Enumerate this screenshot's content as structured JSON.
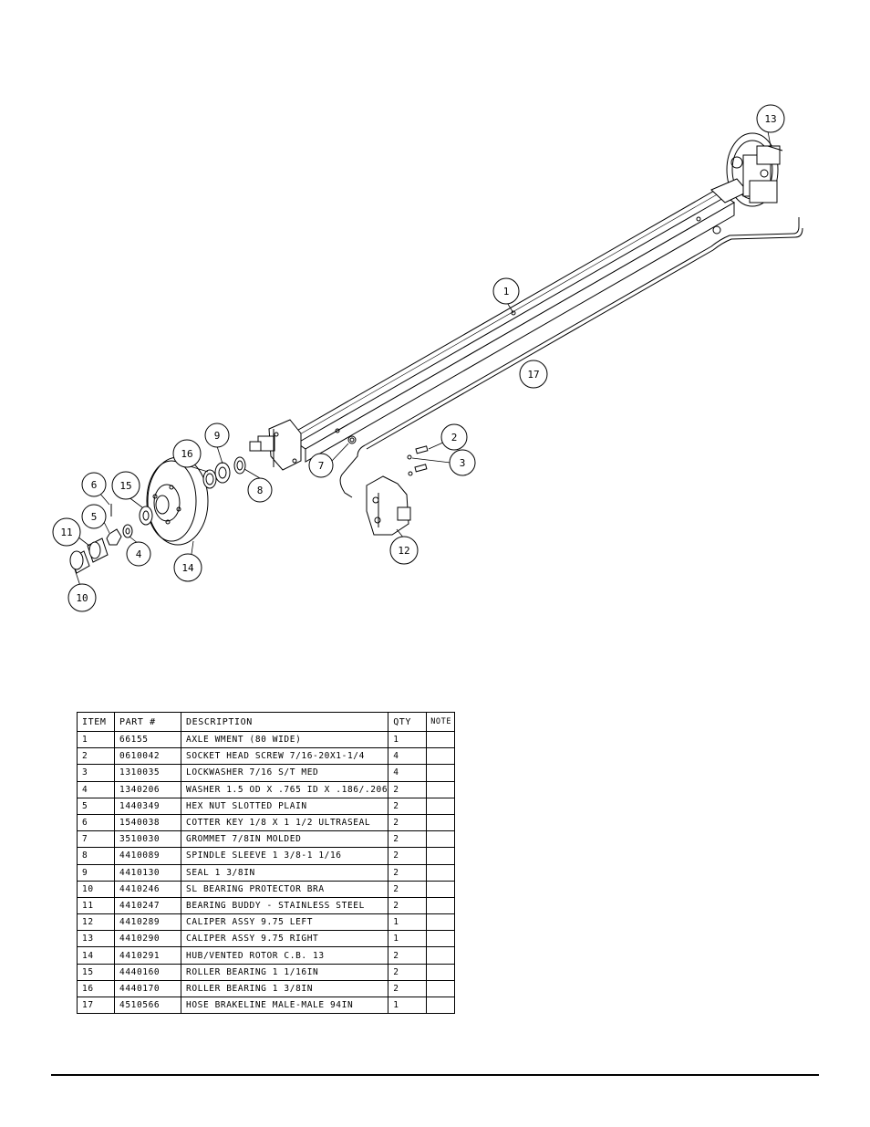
{
  "callouts": [
    "1",
    "2",
    "3",
    "4",
    "5",
    "6",
    "7",
    "8",
    "9",
    "10",
    "11",
    "12",
    "13",
    "14",
    "15",
    "16",
    "17"
  ],
  "table": {
    "headers": [
      "ITEM",
      "PART #",
      "DESCRIPTION",
      "QTY",
      "NOTE"
    ],
    "rows": [
      [
        "1",
        "66155",
        "AXLE WMENT (80 WIDE)",
        "1",
        ""
      ],
      [
        "2",
        "0610042",
        "SOCKET HEAD SCREW 7/16-20X1-1/4",
        "4",
        ""
      ],
      [
        "3",
        "1310035",
        "LOCKWASHER 7/16 S/T MED",
        "4",
        ""
      ],
      [
        "4",
        "1340206",
        "WASHER 1.5 OD X .765 ID X .186/.206",
        "2",
        ""
      ],
      [
        "5",
        "1440349",
        "HEX NUT SLOTTED PLAIN",
        "2",
        ""
      ],
      [
        "6",
        "1540038",
        "COTTER KEY 1/8 X 1 1/2 ULTRASEAL",
        "2",
        ""
      ],
      [
        "7",
        "3510030",
        "GROMMET  7/8IN MOLDED",
        "2",
        ""
      ],
      [
        "8",
        "4410089",
        "SPINDLE SLEEVE  1 3/8-1 1/16",
        "2",
        ""
      ],
      [
        "9",
        "4410130",
        "SEAL  1 3/8IN",
        "2",
        ""
      ],
      [
        "10",
        "4410246",
        "SL BEARING PROTECTOR BRA",
        "2",
        ""
      ],
      [
        "11",
        "4410247",
        "BEARING BUDDY - STAINLESS STEEL",
        "2",
        ""
      ],
      [
        "12",
        "4410289",
        "CALIPER ASSY 9.75 LEFT",
        "1",
        ""
      ],
      [
        "13",
        "4410290",
        "CALIPER ASSY 9.75 RIGHT",
        "1",
        ""
      ],
      [
        "14",
        "4410291",
        "HUB/VENTED ROTOR C.B.  13",
        "2",
        ""
      ],
      [
        "15",
        "4440160",
        "ROLLER BEARING   1 1/16IN",
        "2",
        ""
      ],
      [
        "16",
        "4440170",
        "ROLLER BEARING   1 3/8IN",
        "2",
        ""
      ],
      [
        "17",
        "4510566",
        "HOSE BRAKELINE MALE-MALE 94IN",
        "1",
        ""
      ]
    ]
  }
}
